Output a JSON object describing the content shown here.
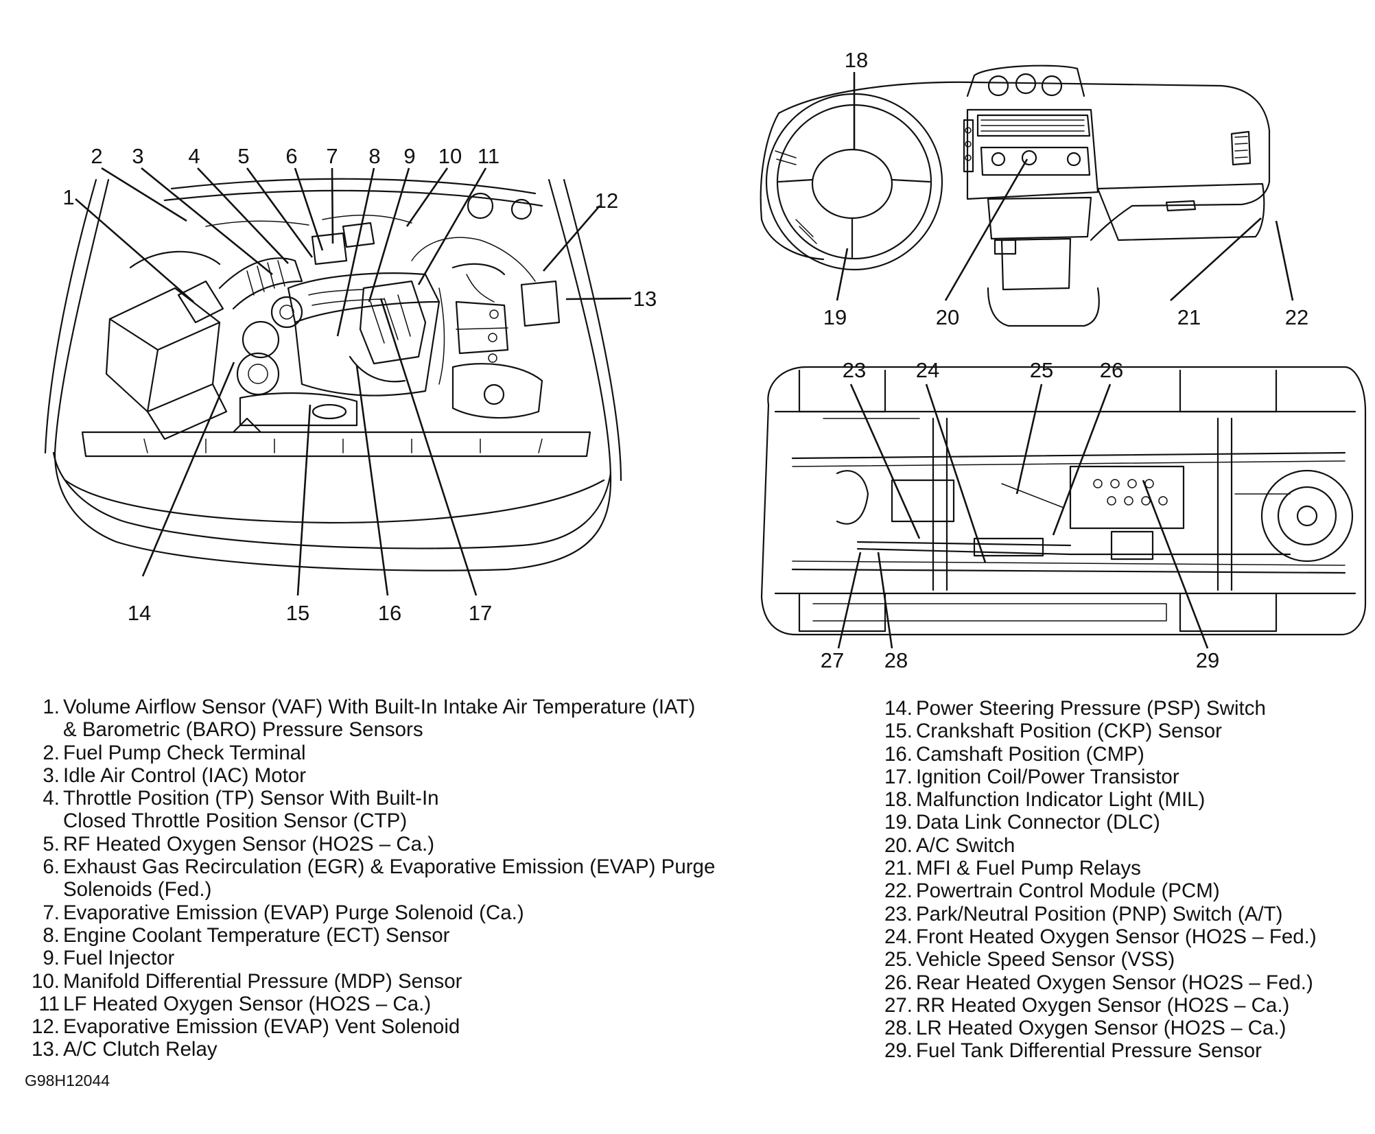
{
  "callouts": [
    "1",
    "2",
    "3",
    "4",
    "5",
    "6",
    "7",
    "8",
    "9",
    "10",
    "11",
    "12",
    "13",
    "14",
    "15",
    "16",
    "17",
    "18",
    "19",
    "20",
    "21",
    "22",
    "23",
    "24",
    "25",
    "26",
    "27",
    "28",
    "29"
  ],
  "legend_left": [
    {
      "num": "1.",
      "lines": [
        "Volume Airflow Sensor (VAF) With Built-In Intake Air Temperature (IAT)",
        "& Barometric (BARO) Pressure Sensors"
      ]
    },
    {
      "num": "2.",
      "lines": [
        "Fuel Pump Check Terminal"
      ]
    },
    {
      "num": "3.",
      "lines": [
        "Idle Air Control (IAC) Motor"
      ]
    },
    {
      "num": "4.",
      "lines": [
        "Throttle Position (TP) Sensor With Built-In",
        "Closed Throttle Position Sensor (CTP)"
      ]
    },
    {
      "num": "5.",
      "lines": [
        "RF Heated Oxygen Sensor (HO2S – Ca.)"
      ]
    },
    {
      "num": "6.",
      "lines": [
        "Exhaust Gas Recirculation (EGR) & Evaporative Emission (EVAP) Purge",
        "Solenoids (Fed.)"
      ]
    },
    {
      "num": "7.",
      "lines": [
        "Evaporative Emission (EVAP) Purge Solenoid (Ca.)"
      ]
    },
    {
      "num": "8.",
      "lines": [
        "Engine Coolant Temperature (ECT) Sensor"
      ]
    },
    {
      "num": "9.",
      "lines": [
        "Fuel Injector"
      ]
    },
    {
      "num": "10.",
      "lines": [
        "Manifold Differential Pressure (MDP) Sensor"
      ]
    },
    {
      "num": "11",
      "lines": [
        "LF Heated Oxygen Sensor (HO2S – Ca.)"
      ]
    },
    {
      "num": "12.",
      "lines": [
        "Evaporative Emission (EVAP) Vent Solenoid"
      ]
    },
    {
      "num": "13.",
      "lines": [
        "A/C Clutch Relay"
      ]
    }
  ],
  "legend_right": [
    {
      "num": "14.",
      "lines": [
        "Power Steering Pressure (PSP) Switch"
      ]
    },
    {
      "num": "15.",
      "lines": [
        "Crankshaft Position (CKP) Sensor"
      ]
    },
    {
      "num": "16.",
      "lines": [
        "Camshaft Position (CMP)"
      ]
    },
    {
      "num": "17.",
      "lines": [
        "Ignition Coil/Power Transistor"
      ]
    },
    {
      "num": "18.",
      "lines": [
        "Malfunction Indicator Light (MIL)"
      ]
    },
    {
      "num": "19.",
      "lines": [
        "Data Link Connector (DLC)"
      ]
    },
    {
      "num": "20.",
      "lines": [
        "A/C Switch"
      ]
    },
    {
      "num": "21.",
      "lines": [
        "MFI & Fuel Pump Relays"
      ]
    },
    {
      "num": "22.",
      "lines": [
        "Powertrain Control Module (PCM)"
      ]
    },
    {
      "num": "23.",
      "lines": [
        "Park/Neutral Position (PNP) Switch (A/T)"
      ]
    },
    {
      "num": "24.",
      "lines": [
        "Front Heated Oxygen Sensor (HO2S – Fed.)"
      ]
    },
    {
      "num": "25.",
      "lines": [
        "Vehicle Speed Sensor (VSS)"
      ]
    },
    {
      "num": "26.",
      "lines": [
        "Rear Heated Oxygen Sensor (HO2S – Fed.)"
      ]
    },
    {
      "num": "27.",
      "lines": [
        "RR Heated Oxygen Sensor (HO2S – Ca.)"
      ]
    },
    {
      "num": "28.",
      "lines": [
        "LR Heated Oxygen Sensor (HO2S – Ca.)"
      ]
    },
    {
      "num": "29.",
      "lines": [
        "Fuel Tank Differential Pressure Sensor"
      ]
    }
  ],
  "figure_code": "G98H12044"
}
